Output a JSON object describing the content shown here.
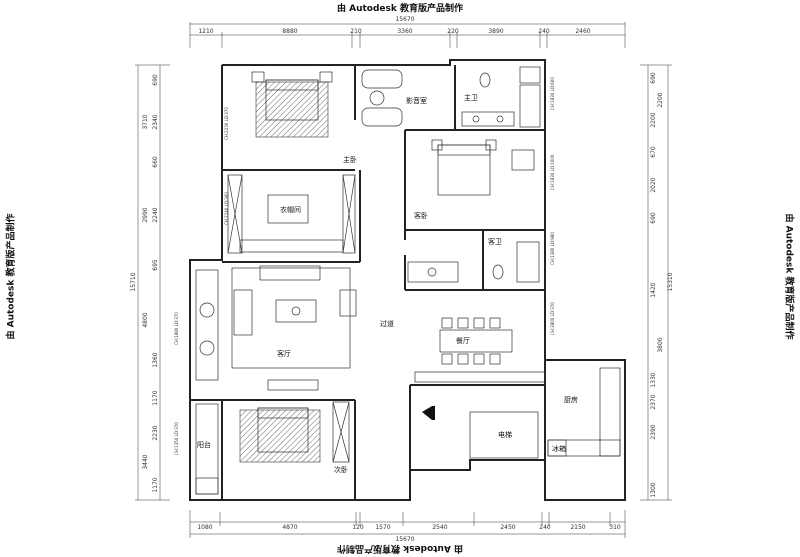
{
  "watermark": "由 Autodesk 教育版产品制作",
  "dims": {
    "top_total": "15670",
    "top": [
      "1210",
      "8880",
      "210",
      "3360",
      "220",
      "3890",
      "240",
      "2460"
    ],
    "bottom_total": "15670",
    "bottom": [
      "1080",
      "4870",
      "120",
      "1570",
      "2540",
      "2450",
      "240",
      "2150",
      "310"
    ],
    "left_total": "15710",
    "left": [
      "690",
      "3710",
      "2340",
      "660",
      "2990",
      "2240",
      "695",
      "4800",
      "1360",
      "1170",
      "2230",
      "3440",
      "1170"
    ],
    "right_total": "15310",
    "right": [
      "690",
      "2200",
      "2200",
      "670",
      "2020",
      "690",
      "1420",
      "3800",
      "1330",
      "2370",
      "2390",
      "1300"
    ]
  },
  "rooms": {
    "master_bed": "主卧",
    "cloak": "衣帽间",
    "theater": "影音室",
    "master_bath": "主卫",
    "guest_bed": "客卧",
    "guest_bath": "客卫",
    "living": "客厅",
    "corridor": "过道",
    "dining": "餐厅",
    "kitchen": "厨房",
    "elevator": "电梯",
    "balcony": "阳台",
    "second_bed": "次卧",
    "fridge": "冰箱"
  },
  "annotations": {
    "ch1": "CH:2230 LD:370",
    "ch2": "CH:2240 LD:360",
    "ch3": "CH:1830 LD:1000",
    "ch4": "CH:1380 LD:980",
    "ch5": "CH:3800 LD:370",
    "ch6": "CH:1830 LD:600",
    "ch7": "CH:1880 LD:370",
    "ch8": "CH:1350 LD:370"
  }
}
